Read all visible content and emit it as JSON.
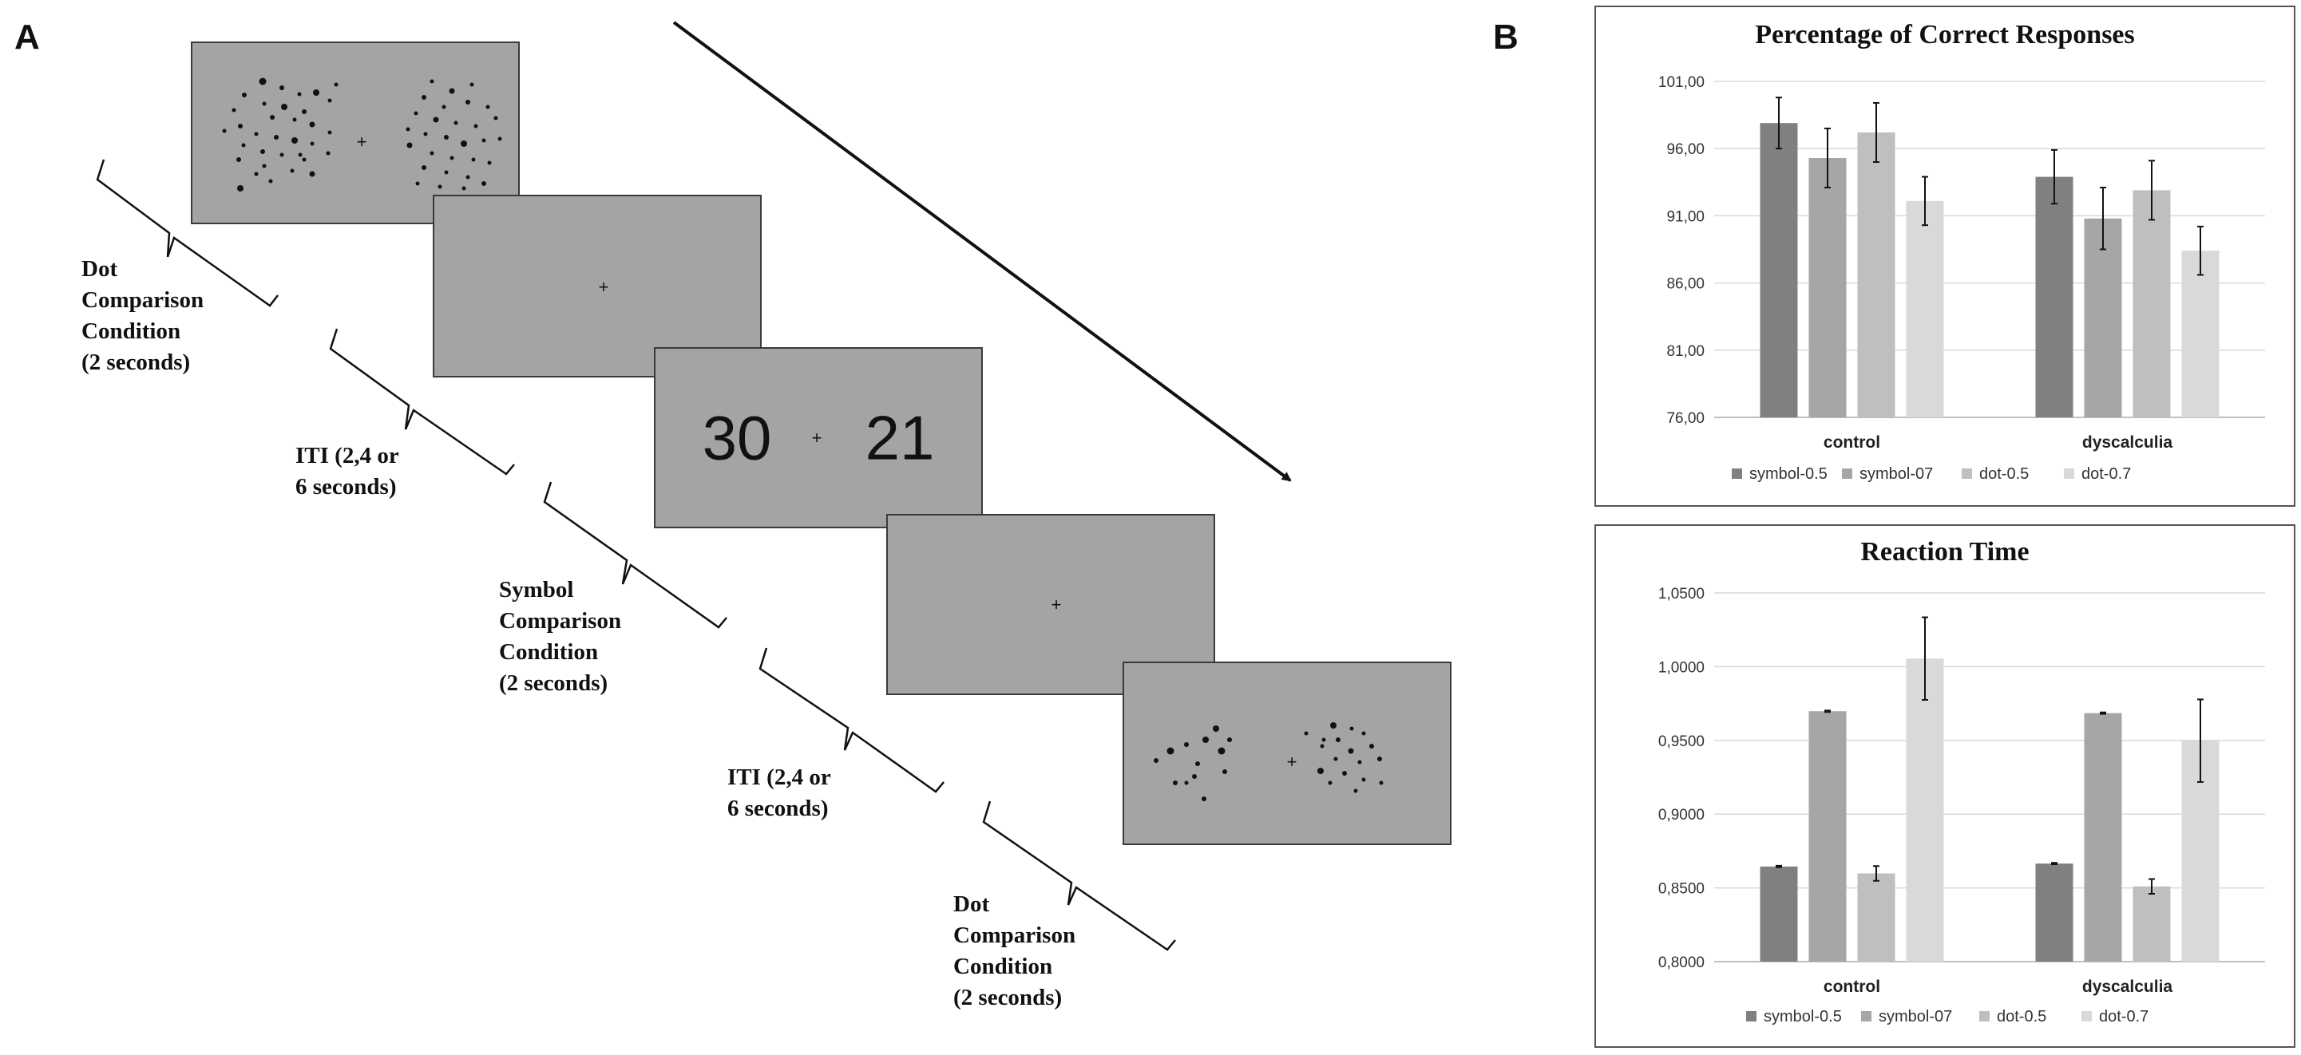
{
  "panel_a": {
    "letter": "A",
    "labels": {
      "dot1": [
        "Dot",
        "Comparison",
        "Condition",
        "(2 seconds)"
      ],
      "iti1": [
        "ITI (2,4 or",
        "6 seconds)"
      ],
      "symbol": [
        "Symbol",
        "Comparison",
        "Condition",
        "(2 seconds)"
      ],
      "iti2": [
        "ITI (2,4 or",
        "6 seconds)"
      ],
      "dot2": [
        "Dot",
        "Comparison",
        "Condition",
        "(2 seconds)"
      ]
    },
    "fixation": "+",
    "symbol_numbers": {
      "left": "30",
      "right": "21"
    }
  },
  "panel_b": {
    "letter": "B"
  },
  "chart_data": [
    {
      "type": "bar",
      "title": "Percentage of Correct Responses",
      "categories": [
        "control",
        "dyscalculia"
      ],
      "series": [
        {
          "name": "symbol-0.5",
          "values": [
            97.9,
            93.9
          ],
          "errors": [
            1.9,
            2.0
          ],
          "color": "#808080"
        },
        {
          "name": "symbol-07",
          "values": [
            95.3,
            90.8
          ],
          "errors": [
            2.2,
            2.3
          ],
          "color": "#a6a6a6"
        },
        {
          "name": "dot-0.5",
          "values": [
            97.2,
            92.9
          ],
          "errors": [
            2.2,
            2.2
          ],
          "color": "#bfbfbf"
        },
        {
          "name": "dot-0.7",
          "values": [
            92.1,
            88.4
          ],
          "errors": [
            1.8,
            1.8
          ],
          "color": "#d9d9d9"
        }
      ],
      "ylim": [
        76,
        101
      ],
      "yticks": [
        "76,00",
        "81,00",
        "86,00",
        "91,00",
        "96,00",
        "101,00"
      ],
      "grid": true,
      "legend": "bottom"
    },
    {
      "type": "bar",
      "title": "Reaction Time",
      "categories": [
        "control",
        "dyscalculia"
      ],
      "series": [
        {
          "name": "symbol-0.5",
          "values": [
            0.8645,
            0.8665
          ],
          "errors": [
            0.0005,
            0.0005
          ],
          "color": "#808080"
        },
        {
          "name": "symbol-07",
          "values": [
            0.9698,
            0.9685
          ],
          "errors": [
            0.0005,
            0.0005
          ],
          "color": "#a6a6a6"
        },
        {
          "name": "dot-0.5",
          "values": [
            0.8598,
            0.851
          ],
          "errors": [
            0.005,
            0.005
          ],
          "color": "#bfbfbf"
        },
        {
          "name": "dot-0.7",
          "values": [
            1.0055,
            0.9498
          ],
          "errors": [
            0.028,
            0.028
          ],
          "color": "#d9d9d9"
        }
      ],
      "ylim": [
        0.8,
        1.05
      ],
      "yticks": [
        "0,8000",
        "0,8500",
        "0,9000",
        "0,9500",
        "1,0000",
        "1,0500"
      ],
      "grid": true,
      "legend": "bottom"
    }
  ]
}
